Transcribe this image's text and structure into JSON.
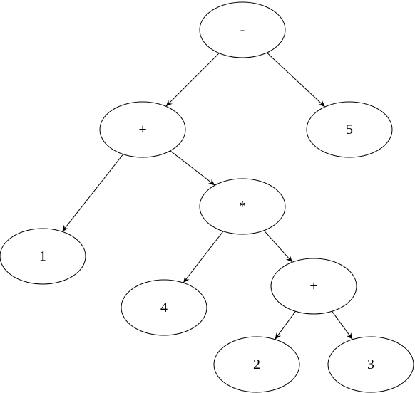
{
  "diagram": {
    "nodes": [
      {
        "id": "n-root",
        "label": "-"
      },
      {
        "id": "n-plus-top",
        "label": "+"
      },
      {
        "id": "n-5",
        "label": "5"
      },
      {
        "id": "n-1",
        "label": "1"
      },
      {
        "id": "n-times",
        "label": "*"
      },
      {
        "id": "n-4",
        "label": "4"
      },
      {
        "id": "n-plus-low",
        "label": "+"
      },
      {
        "id": "n-2",
        "label": "2"
      },
      {
        "id": "n-3",
        "label": "3"
      }
    ],
    "edges": [
      {
        "from": "n-root",
        "to": "n-plus-top"
      },
      {
        "from": "n-root",
        "to": "n-5"
      },
      {
        "from": "n-plus-top",
        "to": "n-1"
      },
      {
        "from": "n-plus-top",
        "to": "n-times"
      },
      {
        "from": "n-times",
        "to": "n-4"
      },
      {
        "from": "n-times",
        "to": "n-plus-low"
      },
      {
        "from": "n-plus-low",
        "to": "n-2"
      },
      {
        "from": "n-plus-low",
        "to": "n-3"
      }
    ]
  }
}
